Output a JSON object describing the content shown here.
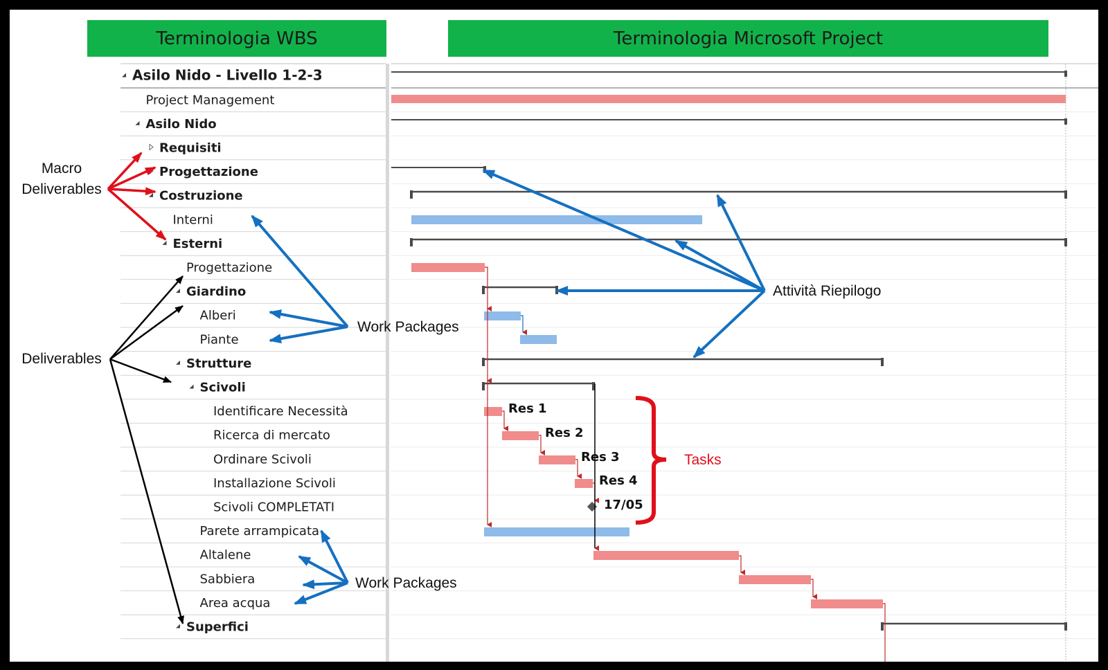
{
  "headers": {
    "wbs": "Terminologia WBS",
    "msproject": "Terminologia Microsoft  Project"
  },
  "rows": [
    {
      "label": "Asilo Nido - Livello 1-2-3",
      "indent": 0,
      "bold": true,
      "toggle": "collapse",
      "large": true
    },
    {
      "label": "Project Management",
      "indent": 1,
      "bold": false,
      "toggle": "none"
    },
    {
      "label": "Asilo Nido",
      "indent": 1,
      "bold": true,
      "toggle": "collapse"
    },
    {
      "label": "Requisiti",
      "indent": 2,
      "bold": true,
      "toggle": "expand"
    },
    {
      "label": "Progettazione",
      "indent": 2,
      "bold": true,
      "toggle": "expand"
    },
    {
      "label": "Costruzione",
      "indent": 2,
      "bold": true,
      "toggle": "collapse"
    },
    {
      "label": "Interni",
      "indent": 3,
      "bold": false,
      "toggle": "none"
    },
    {
      "label": "Esterni",
      "indent": 3,
      "bold": true,
      "toggle": "collapse"
    },
    {
      "label": "Progettazione",
      "indent": 4,
      "bold": false,
      "toggle": "none"
    },
    {
      "label": "Giardino",
      "indent": 4,
      "bold": true,
      "toggle": "collapse"
    },
    {
      "label": "Alberi",
      "indent": 5,
      "bold": false,
      "toggle": "none"
    },
    {
      "label": "Piante",
      "indent": 5,
      "bold": false,
      "toggle": "none"
    },
    {
      "label": "Strutture",
      "indent": 4,
      "bold": true,
      "toggle": "collapse"
    },
    {
      "label": "Scivoli",
      "indent": 5,
      "bold": true,
      "toggle": "collapse"
    },
    {
      "label": "Identificare Necessità",
      "indent": 6,
      "bold": false,
      "toggle": "none"
    },
    {
      "label": "Ricerca di mercato",
      "indent": 6,
      "bold": false,
      "toggle": "none"
    },
    {
      "label": "Ordinare Scivoli",
      "indent": 6,
      "bold": false,
      "toggle": "none"
    },
    {
      "label": "Installazione Scivoli",
      "indent": 6,
      "bold": false,
      "toggle": "none"
    },
    {
      "label": "Scivoli COMPLETATI",
      "indent": 6,
      "bold": false,
      "toggle": "none"
    },
    {
      "label": "Parete arrampicata",
      "indent": 5,
      "bold": false,
      "toggle": "none"
    },
    {
      "label": "Altalene",
      "indent": 5,
      "bold": false,
      "toggle": "none"
    },
    {
      "label": "Sabbiera",
      "indent": 5,
      "bold": false,
      "toggle": "none"
    },
    {
      "label": "Area acqua",
      "indent": 5,
      "bold": false,
      "toggle": "none"
    },
    {
      "label": "Superfici",
      "indent": 4,
      "bold": true,
      "toggle": "collapse"
    }
  ],
  "annotations": {
    "macro_line1": "Macro",
    "macro_line2": "Deliverables",
    "deliverables": "Deliverables",
    "work_packages_1": "Work Packages",
    "work_packages_2": "Work Packages",
    "attivita_riepilogo": "Attività Riepilogo",
    "tasks": "Tasks",
    "res1": "Res 1",
    "res2": "Res 2",
    "res3": "Res 3",
    "res4": "Res 4",
    "milestone_date": "17/05"
  },
  "colors": {
    "header_green": "#12b24a",
    "task_bar_red": "#f08c8c",
    "work_package_blue": "#8ebbe9",
    "summary_bar": "#4a4a4a",
    "arrow_red": "#e0101a",
    "arrow_blue": "#1570c0",
    "arrow_black": "#000000",
    "link_red": "#c0282a"
  }
}
